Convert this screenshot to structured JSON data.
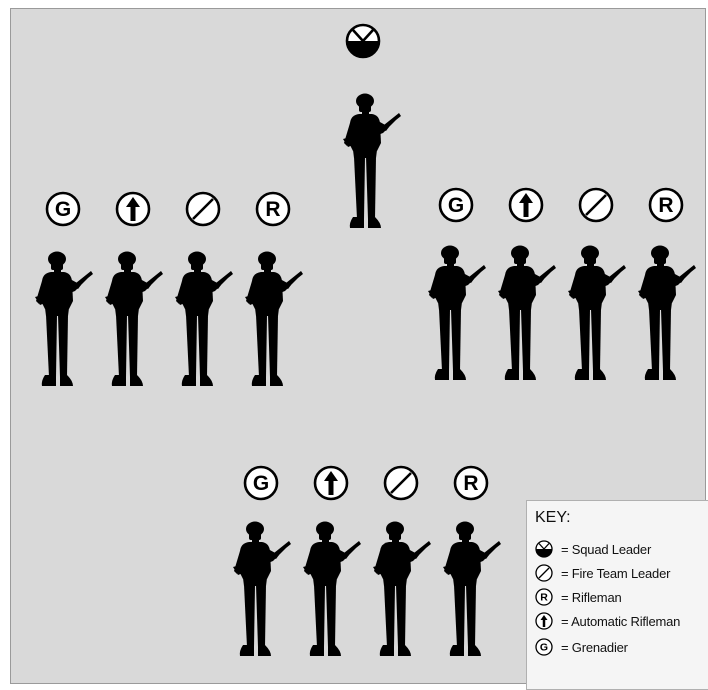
{
  "diagram": {
    "units": [
      {
        "name": "squad-leader",
        "members": [
          {
            "role": "squad_leader"
          }
        ]
      },
      {
        "name": "fire-team-left",
        "members": [
          {
            "role": "grenadier"
          },
          {
            "role": "automatic_rifleman"
          },
          {
            "role": "fire_team_leader"
          },
          {
            "role": "rifleman"
          }
        ]
      },
      {
        "name": "fire-team-right",
        "members": [
          {
            "role": "grenadier"
          },
          {
            "role": "automatic_rifleman"
          },
          {
            "role": "fire_team_leader"
          },
          {
            "role": "rifleman"
          }
        ]
      },
      {
        "name": "fire-team-bottom",
        "members": [
          {
            "role": "grenadier"
          },
          {
            "role": "automatic_rifleman"
          },
          {
            "role": "fire_team_leader"
          },
          {
            "role": "rifleman"
          }
        ]
      }
    ]
  },
  "key": {
    "title": "KEY:",
    "items": [
      {
        "role": "squad_leader",
        "label": "= Squad Leader"
      },
      {
        "role": "fire_team_leader",
        "label": "= Fire Team Leader"
      },
      {
        "role": "rifleman",
        "label": "= Rifleman"
      },
      {
        "role": "automatic_rifleman",
        "label": "= Automatic Rifleman"
      },
      {
        "role": "grenadier",
        "label": "= Grenadier"
      }
    ]
  },
  "symbols": {
    "grenadier": {
      "letter": "G",
      "icon": "grenadier-icon"
    },
    "rifleman": {
      "letter": "R",
      "icon": "rifleman-icon"
    },
    "fire_team_leader": {
      "icon": "fire-team-leader-icon"
    },
    "automatic_rifleman": {
      "icon": "automatic-rifleman-icon"
    },
    "squad_leader": {
      "icon": "squad-leader-icon"
    }
  },
  "colors": {
    "background": "#d9d9d9",
    "ink": "#000000",
    "key_background": "#f5f5f5"
  }
}
